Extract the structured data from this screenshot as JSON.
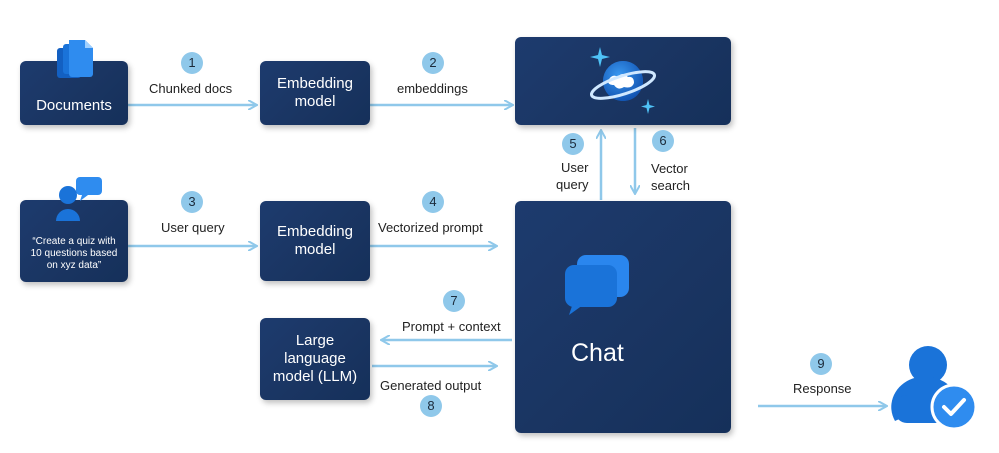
{
  "nodes": {
    "documents": "Documents",
    "embedding_1": "Embedding model",
    "embedding_2": "Embedding model",
    "query_text": "“Create a quiz with 10 questions based on xyz data”",
    "llm": "Large language model (LLM)",
    "chat": "Chat"
  },
  "steps": [
    {
      "num": "1",
      "label": "Chunked docs"
    },
    {
      "num": "2",
      "label": "embeddings"
    },
    {
      "num": "3",
      "label": "User query"
    },
    {
      "num": "4",
      "label": "Vectorized prompt"
    },
    {
      "num": "5",
      "label_line1": "User",
      "label_line2": "query"
    },
    {
      "num": "6",
      "label_line1": "Vector",
      "label_line2": "search"
    },
    {
      "num": "7",
      "label": "Prompt + context"
    },
    {
      "num": "8",
      "label": "Generated output"
    },
    {
      "num": "9",
      "label": "Response"
    }
  ],
  "colors": {
    "box": "#1a3562",
    "arrow": "#8fc8ea",
    "badge": "#8fc8ea",
    "icon_blue": "#1a73d9"
  },
  "icons": [
    "documents-icon",
    "chat-bubbles-icon",
    "cosmos-db-icon",
    "chat-icon",
    "user-check-icon"
  ]
}
